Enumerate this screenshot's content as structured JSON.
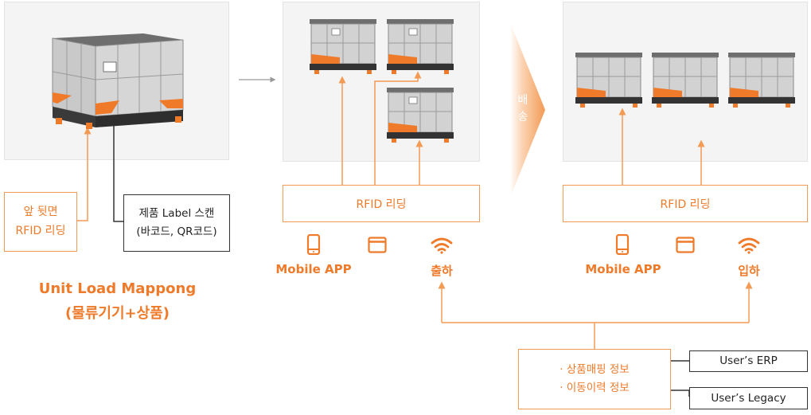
{
  "left": {
    "front_back_box": "앞 뒷면\nRFID  리딩",
    "label_scan_box": "제품 Label  스캔\n(바코드, QR코드)",
    "title": "Unit Load Mappong\n(물류기기+상품)"
  },
  "middle": {
    "rfid_box": "RFID  리딩",
    "mobile_label": "Mobile APP",
    "wifi_label": "출하"
  },
  "arrow": {
    "label": "배\n송"
  },
  "right": {
    "rfid_box": "RFID  리딩",
    "mobile_label": "Mobile APP",
    "wifi_label": "입하"
  },
  "info": {
    "text": "· 상품매핑 정보\n· 이동이력 정보",
    "erp": "User’s ERP",
    "legacy": "User’s Legacy"
  },
  "colors": {
    "accent": "#ee7a2a",
    "line_orange": "#f39a55",
    "line_dark": "#333333"
  },
  "icons": [
    "mobile-phone-icon",
    "browser-window-icon",
    "wifi-icon"
  ]
}
